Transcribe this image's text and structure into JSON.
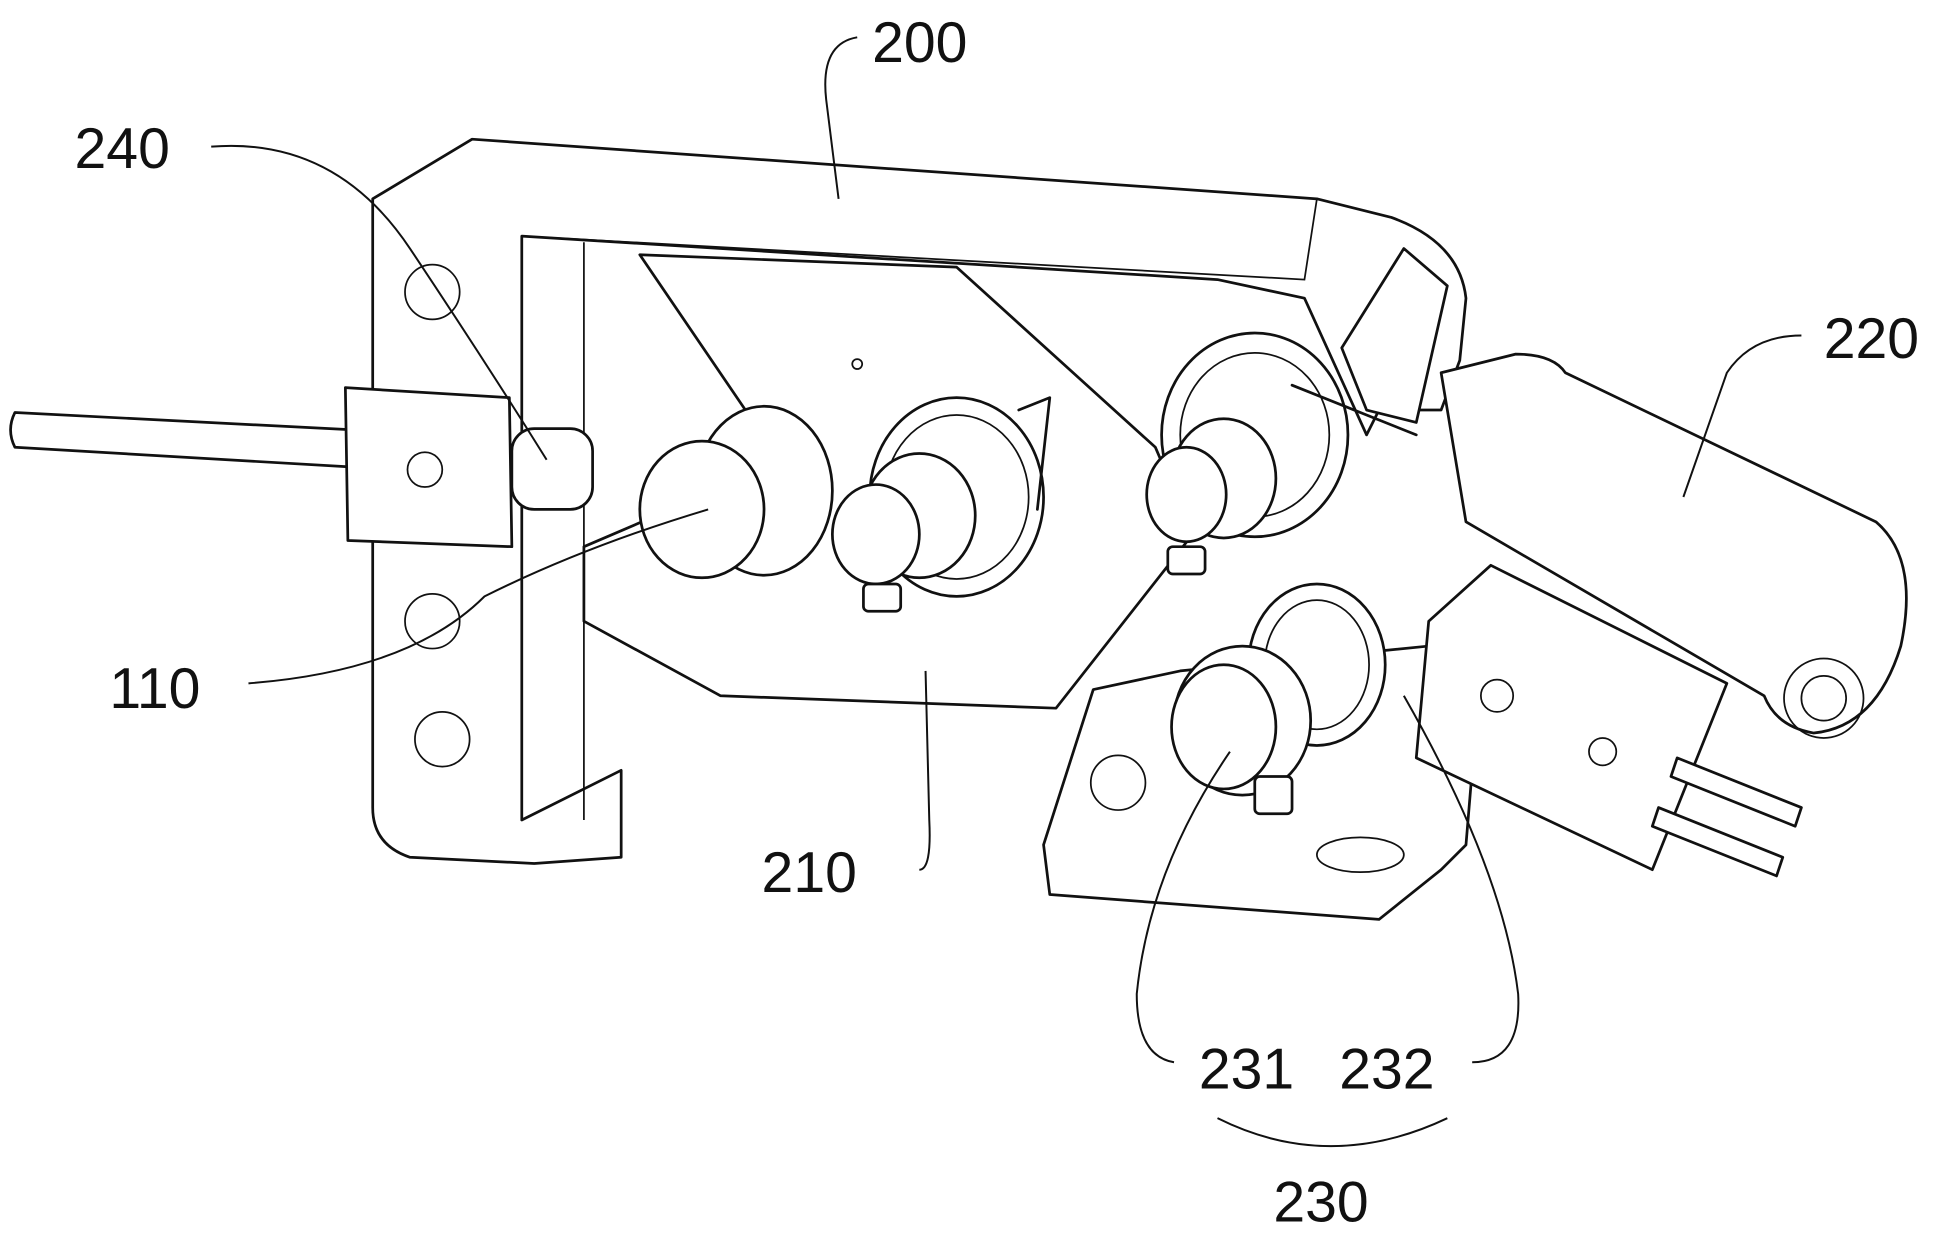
{
  "figure": {
    "labels": {
      "l200": "200",
      "l240": "240",
      "l220": "220",
      "l110": "110",
      "l210": "210",
      "l231": "231",
      "l232": "232",
      "l230": "230"
    }
  }
}
